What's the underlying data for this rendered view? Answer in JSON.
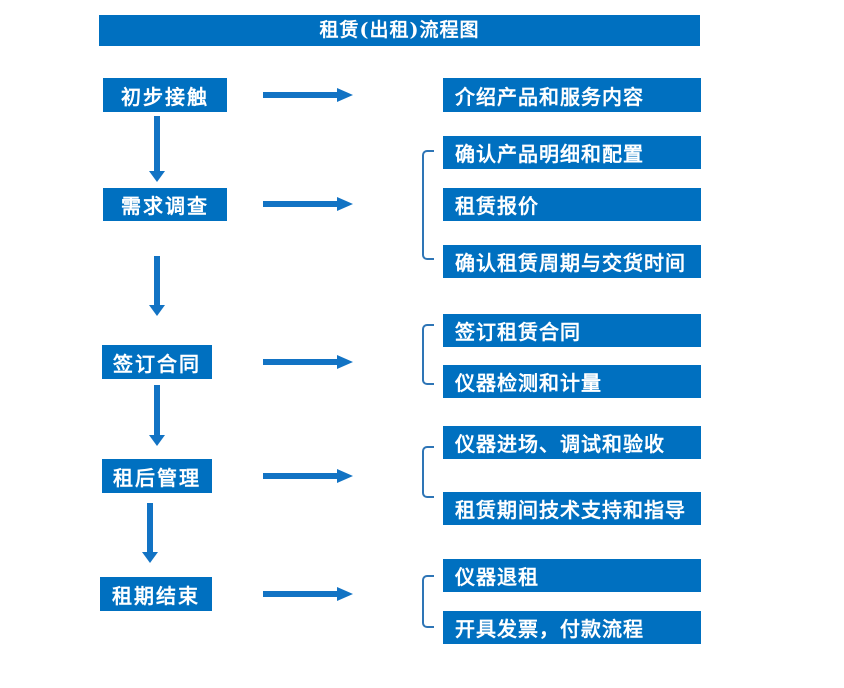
{
  "title": "租赁(出租)流程图",
  "colors": {
    "box_fill": "#0070C0",
    "arrow": "#1273C4",
    "bracket": "#2E75B6",
    "text": "#FFFFFF",
    "background": "#FFFFFF"
  },
  "stages": [
    {
      "label": "初步接触",
      "outputs": [
        "介绍产品和服务内容"
      ]
    },
    {
      "label": "需求调查",
      "outputs": [
        "确认产品明细和配置",
        "租赁报价",
        "确认租赁周期与交货时间"
      ]
    },
    {
      "label": "签订合同",
      "outputs": [
        "签订租赁合同",
        "仪器检测和计量"
      ]
    },
    {
      "label": "租后管理",
      "outputs": [
        "仪器进场、调试和验收",
        "租赁期间技术支持和指导"
      ]
    },
    {
      "label": "租期结束",
      "outputs": [
        "仪器退租",
        "开具发票，付款流程"
      ]
    }
  ]
}
